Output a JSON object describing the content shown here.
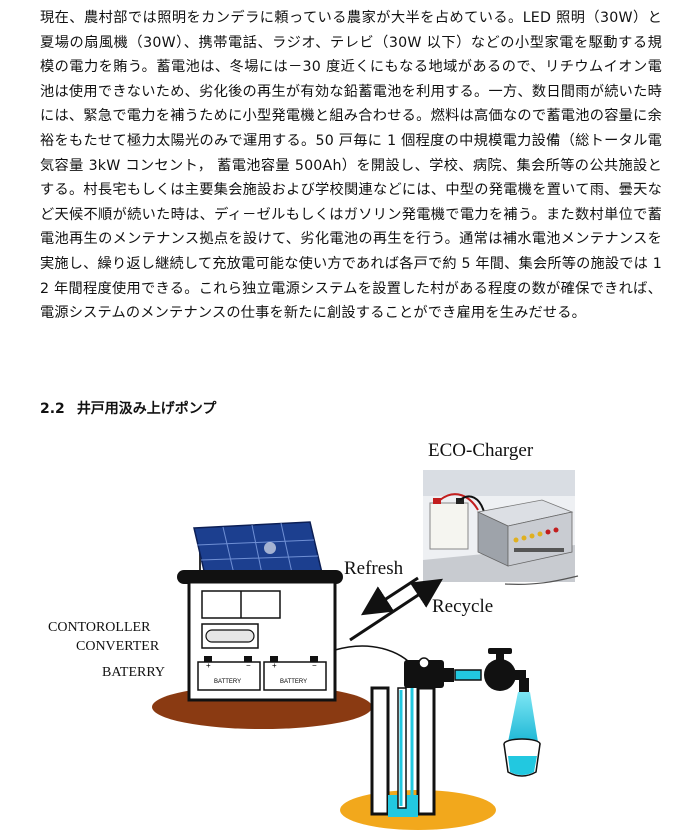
{
  "paragraph": "現在、農村部では照明をカンデラに頼っている農家が大半を占めている。LED 照明（30W）と夏場の扇風機（30W）、携帯電話、ラジオ、テレビ（30W 以下）などの小型家電を駆動する規模の電力を賄う。蓄電池は、冬場には－30 度近くにもなる地域があるので、リチウムイオン電池は使用できないため、劣化後の再生が有効な鉛蓄電池を利用する。一方、数日間雨が続いた時には、緊急で電力を補うために小型発電機と組み合わせる。燃料は高価なので蓄電池の容量に余裕をもたせて極力太陽光のみで運用する。50 戸毎に 1 個程度の中規模電力設備（総トータル電気容量 3kW コンセント， 蓄電池容量 500Ah）を開設し、学校、病院、集会所等の公共施設とする。村長宅もしくは主要集会施設および学校関連などには、中型の発電機を置いて雨、曇天など天候不順が続いた時は、ディ－ゼルもしくはガソリン発電機で電力を補う。また数村単位で蓄電池再生のメンテナンス拠点を設けて、劣化電池の再生を行う。通常は補水電池メンテナンスを実施し、繰り返し継続して充放電可能な使い方であれば各戸で約 5 年間、集会所等の施設では 12 年間程度使用できる。これら独立電源システムを設置した村がある程度の数が確保できれば、電源システムのメンテナンスの仕事を新たに創設することができ雇用を生みだせる。",
  "section": {
    "number": "2.2",
    "title": "井戸用汲み上げポンプ"
  },
  "figure": {
    "eco_charger_label": "ECO-Charger",
    "refresh_label": "Refresh",
    "recycle_label": "Recycle",
    "controller_label": "CONTOROLLER",
    "converter_label": "CONVERTER",
    "battery_label": "BATERRY",
    "battery_cell_label": "BATTERY",
    "plus_sign": "+",
    "minus_sign": "−"
  },
  "colors": {
    "ground_ellipse": "#8a3a12",
    "well_ground": "#f2a81c",
    "water": "#22c8e0",
    "solar_panel": "#1c3f8f",
    "charger_case": "#c9ccd2"
  }
}
